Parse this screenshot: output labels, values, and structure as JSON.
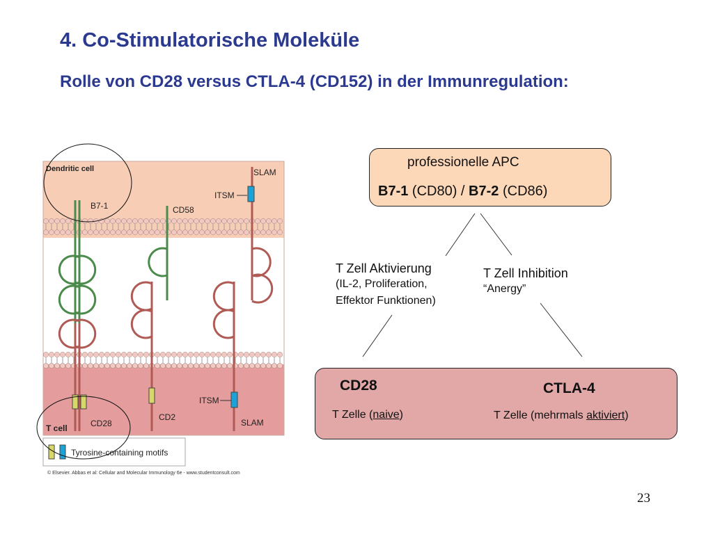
{
  "slide": {
    "title": "4. Co-Stimulatorische Moleküle",
    "subtitle": "Rolle von CD28 versus CTLA-4 (CD152) in der Immunregulation:",
    "page_number": "23"
  },
  "figure": {
    "dendritic_label": "Dendritic cell",
    "t_cell_label": "T cell",
    "molecules": {
      "b7_1": "B7-1",
      "cd58": "CD58",
      "slam_top": "SLAM",
      "itsm_top": "ITSM",
      "cd28": "CD28",
      "cd2": "CD2",
      "itsm_bottom": "ITSM",
      "slam_bottom": "SLAM"
    },
    "legend_label": "Tyrosine-containing motifs",
    "copyright": "© Elsevier. Abbas et al: Cellular and Molecular Immunology 6e - www.studentconsult.com",
    "colors": {
      "dc_background": "#f8cdb6",
      "tcell_background": "#e49c9c",
      "membrane_head": "#f3c9c3",
      "green_molecule": "#4a8a4a",
      "red_molecule": "#b05a55",
      "motif_yellow": "#d8d86a",
      "motif_blue": "#1ba3d8"
    }
  },
  "apc": {
    "label": "professionelle APC",
    "b7_1": "B7-1",
    "cd80": " (CD80) / ",
    "b7_2": "B7-2",
    "cd86": " (CD86)"
  },
  "activation": {
    "title": "T Zell Aktivierung",
    "line2": "(IL-2, Proliferation,",
    "line3": "Effektor Funktionen)"
  },
  "inhibition": {
    "title": "T Zell Inhibition",
    "line2": "“Anergy”"
  },
  "t_cell_box": {
    "cd28_label": "CD28",
    "ctla4_label": "CTLA-4",
    "naive_prefix": "T Zelle (",
    "naive_word": "naive",
    "naive_suffix": ")",
    "aktiv_prefix": "T Zelle (mehrmals ",
    "aktiv_word": "aktiviert",
    "aktiv_suffix": ")"
  },
  "colors": {
    "title_blue": "#2b3a8f",
    "apc_box": "#fcd7b8",
    "tcell_box": "#e2a8a8"
  }
}
